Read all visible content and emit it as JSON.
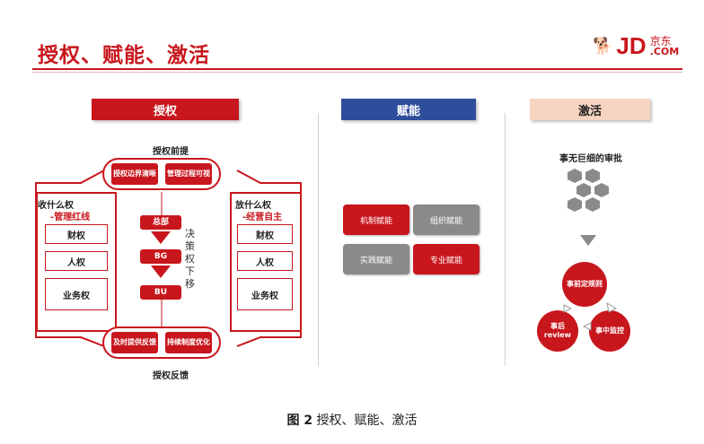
{
  "title": "授权、赋能、激活",
  "logo": {
    "jd": "JD",
    "cn": "京东",
    "com": ".COM"
  },
  "columns": {
    "auth": {
      "header": "授权",
      "premise": "授权前提",
      "feedback": "授权反馈",
      "top_chips": [
        "授权边界清晰",
        "管理过程可视"
      ],
      "bottom_chips": [
        "及时提供反馈",
        "持续制度优化"
      ],
      "left_title": "收什么权",
      "left_sub": "-管理红线",
      "left_items": [
        "财权",
        "人权",
        "业务权"
      ],
      "right_title": "放什么权",
      "right_sub": "-经营自主",
      "right_items": [
        "财权",
        "人权",
        "业务权"
      ],
      "center": [
        "总部",
        "BG",
        "BU"
      ],
      "decision": "决策权下移"
    },
    "empower": {
      "header": "赋能",
      "cells": [
        "机制赋能",
        "组织赋能",
        "实践赋能",
        "专业赋能"
      ]
    },
    "activate": {
      "header": "激活",
      "approval": "事无巨细的审批",
      "cycle": [
        "事前定规则",
        "事中监控",
        "事后review"
      ]
    }
  },
  "caption": {
    "fig": "图 2",
    "text": "授权、赋能、激活"
  },
  "colors": {
    "red": "#c8161d",
    "blue": "#2e4d9a",
    "peach": "#f6d5c0",
    "gray": "#8a8a8a"
  }
}
